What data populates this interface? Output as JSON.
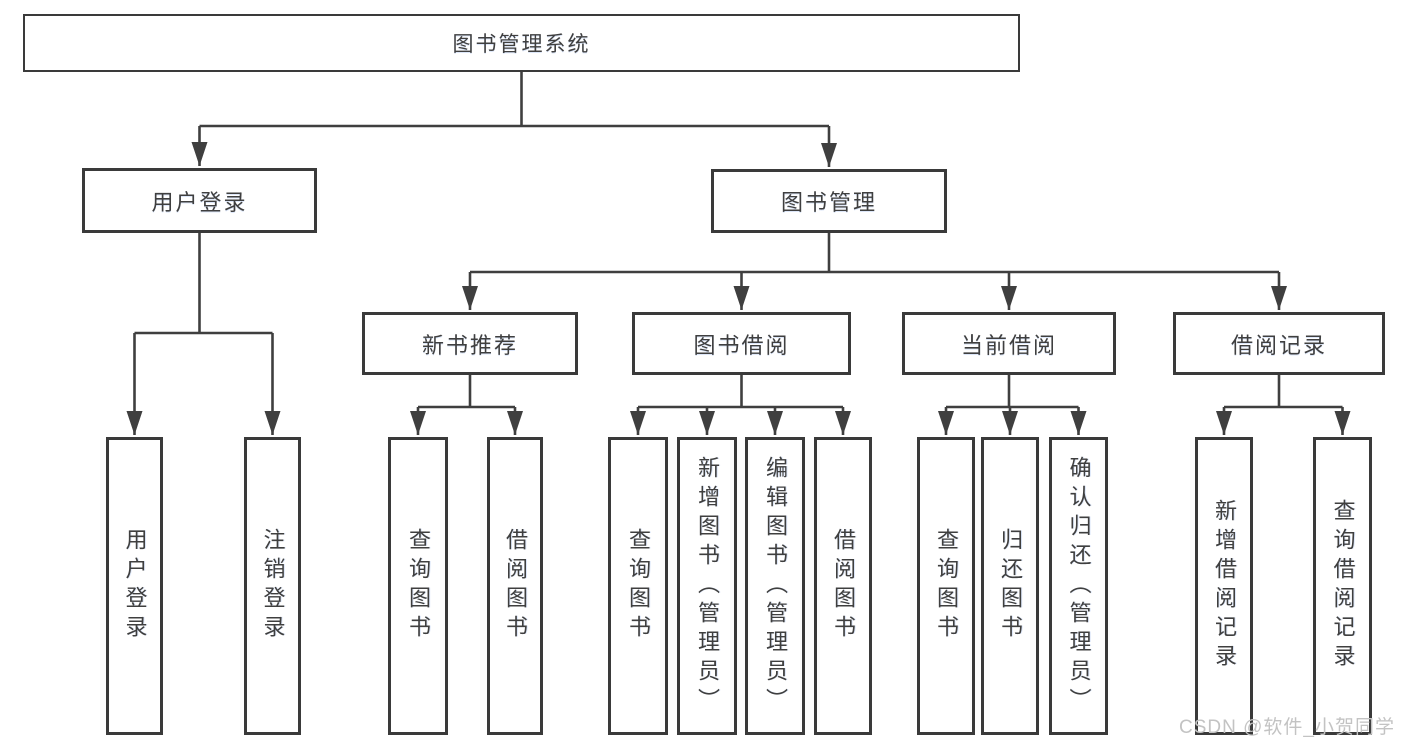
{
  "diagram": {
    "type": "hierarchy-tree",
    "title": "图书管理系统",
    "colors": {
      "background": "#ffffff",
      "line": "#3f3f3f",
      "box_border": "#3a3a3a",
      "text": "#3f3f3f",
      "watermark": "#c3c3c3"
    },
    "nodes": {
      "root": {
        "label": "图书管理系统"
      },
      "user_login": {
        "label": "用户登录"
      },
      "book_mgmt": {
        "label": "图书管理"
      },
      "new_book_rec": {
        "label": "新书推荐"
      },
      "book_borrow": {
        "label": "图书借阅"
      },
      "current_borrow": {
        "label": "当前借阅"
      },
      "borrow_records": {
        "label": "借阅记录"
      },
      "leaf_user_login": {
        "label": "用户登录"
      },
      "leaf_logout": {
        "label": "注销登录"
      },
      "leaf_query_book_1": {
        "label": "查询图书"
      },
      "leaf_borrow_book_1": {
        "label": "借阅图书"
      },
      "leaf_query_book_2": {
        "label": "查询图书"
      },
      "leaf_add_book": {
        "label": "新增图书（管理员）"
      },
      "leaf_edit_book": {
        "label": "编辑图书（管理员）"
      },
      "leaf_borrow_book_2": {
        "label": "借阅图书"
      },
      "leaf_query_book_3": {
        "label": "查询图书"
      },
      "leaf_return_book": {
        "label": "归还图书"
      },
      "leaf_confirm_return": {
        "label": "确认归还（管理员）"
      },
      "leaf_add_record": {
        "label": "新增借阅记录"
      },
      "leaf_query_record": {
        "label": "查询借阅记录"
      }
    },
    "edges": [
      {
        "from": "root",
        "to": [
          "user_login",
          "book_mgmt"
        ]
      },
      {
        "from": "user_login",
        "to": [
          "leaf_user_login",
          "leaf_logout"
        ]
      },
      {
        "from": "book_mgmt",
        "to": [
          "new_book_rec",
          "book_borrow",
          "current_borrow",
          "borrow_records"
        ]
      },
      {
        "from": "new_book_rec",
        "to": [
          "leaf_query_book_1",
          "leaf_borrow_book_1"
        ]
      },
      {
        "from": "book_borrow",
        "to": [
          "leaf_query_book_2",
          "leaf_add_book",
          "leaf_edit_book",
          "leaf_borrow_book_2"
        ]
      },
      {
        "from": "current_borrow",
        "to": [
          "leaf_query_book_3",
          "leaf_return_book",
          "leaf_confirm_return"
        ]
      },
      {
        "from": "borrow_records",
        "to": [
          "leaf_add_record",
          "leaf_query_record"
        ]
      }
    ]
  },
  "watermark": {
    "text": "CSDN @软件_小贺同学"
  }
}
